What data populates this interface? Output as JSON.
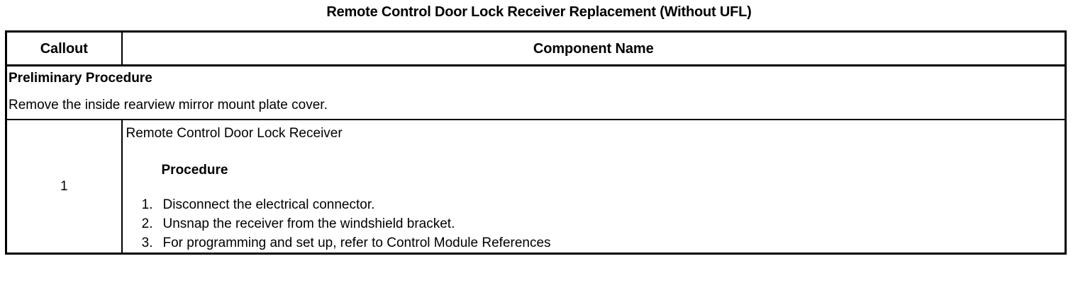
{
  "document": {
    "title": "Remote Control Door Lock Receiver Replacement (Without UFL)"
  },
  "table": {
    "headers": {
      "callout": "Callout",
      "component_name": "Component Name"
    },
    "preliminary": {
      "heading": "Preliminary Procedure",
      "text": "Remove the inside rearview mirror mount plate cover."
    },
    "rows": [
      {
        "callout": "1",
        "component_name": "Remote Control Door Lock Receiver",
        "sub_heading": "Procedure",
        "steps": [
          {
            "number": "1.",
            "text": "Disconnect the electrical connector."
          },
          {
            "number": "2.",
            "text": "Unsnap the receiver from the windshield bracket."
          },
          {
            "number": "3.",
            "text": "For programming and set up, refer to Control Module References"
          }
        ]
      }
    ]
  },
  "colors": {
    "border": "#000000",
    "text": "#000000",
    "background": "#ffffff"
  }
}
